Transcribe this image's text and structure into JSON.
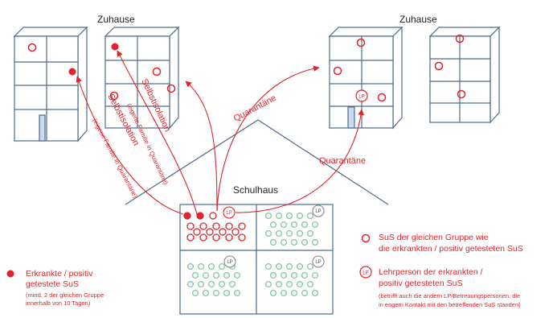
{
  "headings": {
    "home_left": "Zuhause",
    "home_right": "Zuhause",
    "school": "Schulhaus"
  },
  "arrows": {
    "quarantine_top": "Quarantäne",
    "quarantine_right": "Quarantäne",
    "isolation_left_title": "Selbstisolation",
    "isolation_left_note": "(eigene Familie in Quarantäne)",
    "isolation_right_title": "Selbstisolation",
    "isolation_right_note": "(eigene Familie in Quarantäne)"
  },
  "lp_badge": "LP",
  "legend": {
    "sick_title_line1": "Erkrankte / positiv",
    "sick_title_line2": "getestete SuS",
    "sick_note_line1": "(mind. 2 der gleichen Gruppe",
    "sick_note_line2": "innerhalb von 10 Tagen)",
    "same_group_line1": "SuS der gleichen Gruppe wie",
    "same_group_line2": "die erkrankten / positiv getesteten SuS",
    "teacher_line1": "Lehrperson der erkrankten /",
    "teacher_line2": "positiv getesteten SuS",
    "teacher_note_line1": "(betrifft auch die andern LP/Betreuungspersonen, die",
    "teacher_note_line2": "in engem Kontakt mit den betreffenden SuS standen)"
  },
  "colors": {
    "red": "#e0242b",
    "green": "#7fc99a",
    "building_stroke": "#4f6b8a",
    "door": "#c9d9ee"
  }
}
